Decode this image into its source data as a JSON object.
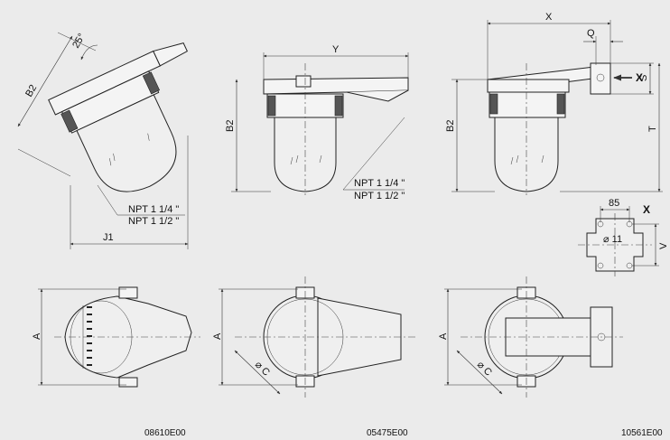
{
  "labels": {
    "x": "X",
    "y": "Y",
    "q": "Q",
    "s": "S",
    "t": "T",
    "b2": "B2",
    "j1": "J1",
    "a": "A",
    "c": "⌀ C",
    "v": "V",
    "angle": "25°",
    "dim85": "85",
    "hole": "⌀ 11",
    "x_arrow": "X",
    "x_view": "X"
  },
  "threads": {
    "npt1": "NPT 1 1/4 \"",
    "npt2": "NPT 1 1/2 \""
  },
  "codes": {
    "left": "08610E00",
    "middle": "05475E00",
    "right": "10561E00"
  }
}
